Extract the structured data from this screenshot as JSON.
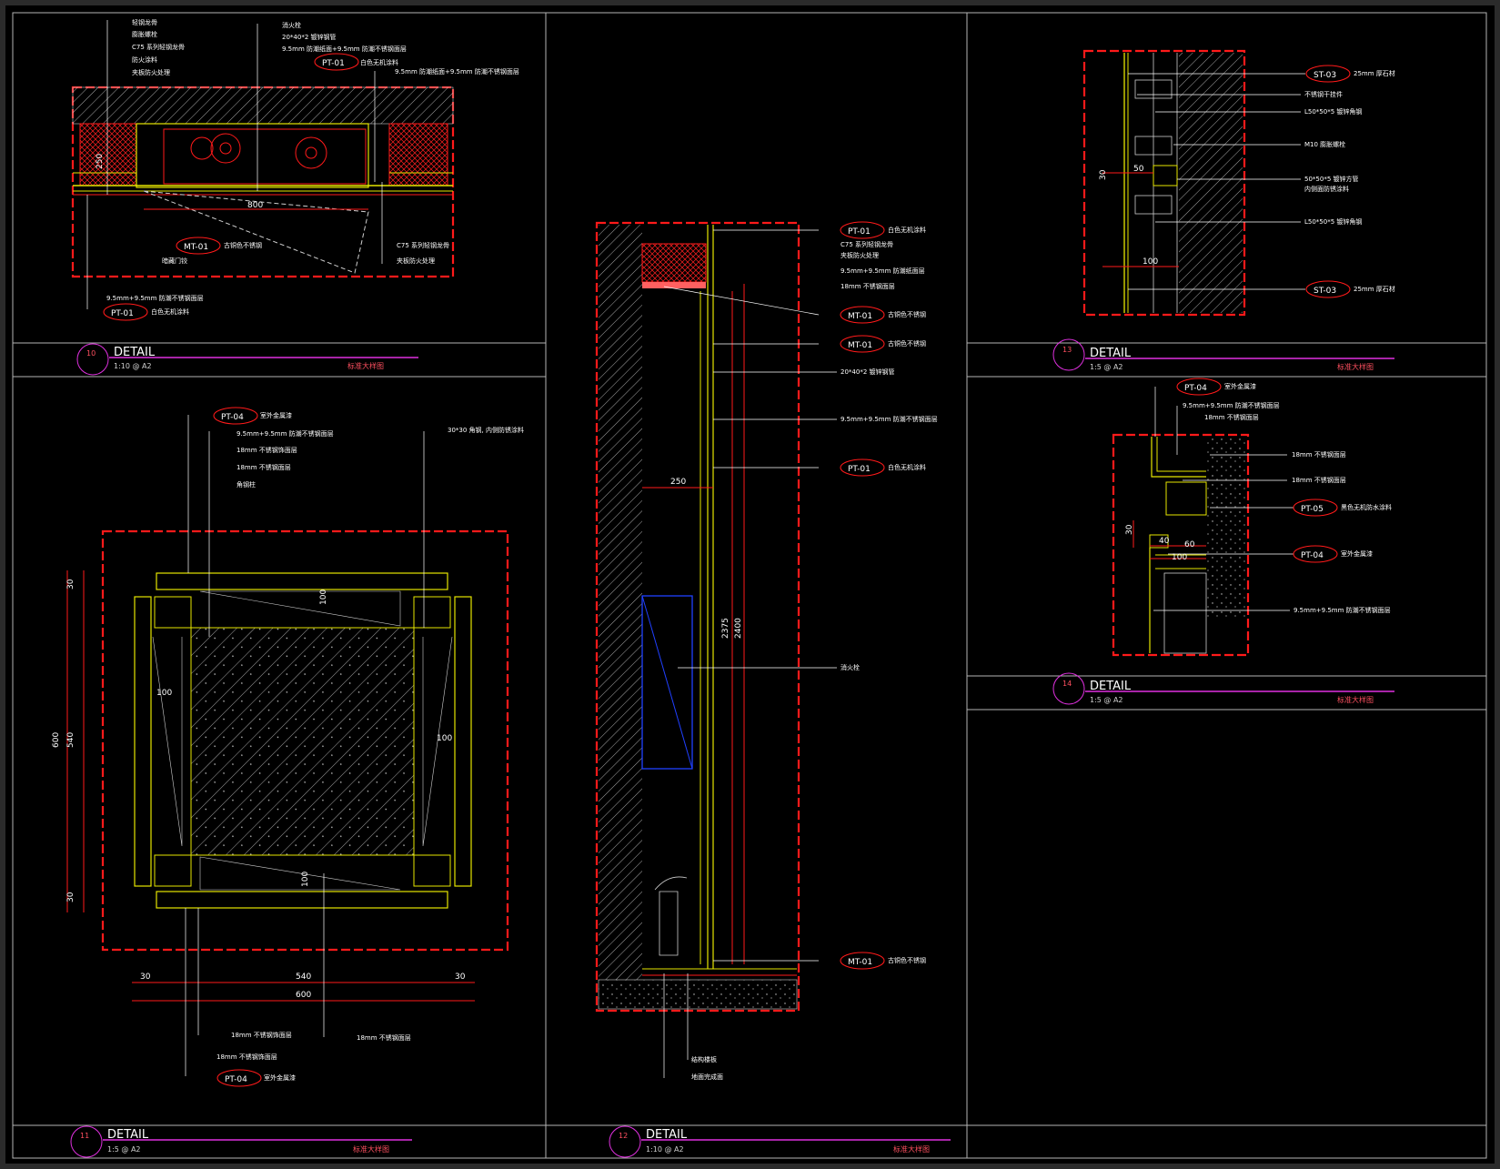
{
  "colors": {
    "bg": "#000000",
    "frame": "#b4b4b4",
    "red": "#ff1a1a",
    "yellow": "#e6e600",
    "cyan": "#00d5ff",
    "magenta": "#e030e0",
    "blue": "#2040ff",
    "white": "#ffffff"
  },
  "panels": [
    {
      "num": "10",
      "title": "DETAIL",
      "scale": "1:10 @ A2",
      "name": "标准大样图"
    },
    {
      "num": "11",
      "title": "DETAIL",
      "scale": "1:5 @ A2",
      "name": "标准大样图"
    },
    {
      "num": "12",
      "title": "DETAIL",
      "scale": "1:10 @ A2",
      "name": "标准大样图"
    },
    {
      "num": "13",
      "title": "DETAIL",
      "scale": "1:5 @ A2",
      "name": "标准大样图"
    },
    {
      "num": "14",
      "title": "DETAIL",
      "scale": "1:5 @ A2",
      "name": "标准大样图"
    }
  ],
  "d10": {
    "notes_left": [
      "轻钢龙骨",
      "膨胀螺栓",
      "C75 系列轻钢龙骨",
      "防火涂料",
      "夹板防火处理"
    ],
    "notes_mid": [
      "消火栓",
      "20*40*2 镀锌钢管",
      "9.5mm 防潮纸面+9.5mm 防潮不锈钢面层"
    ],
    "tag_pt01": "PT-01",
    "pt01_text": "白色无机涂料",
    "note_right1": "9.5mm 防潮纸面+9.5mm 防潮不锈钢面层",
    "tag_mt01": "MT-01",
    "mt01_text": "古铜色不锈钢",
    "note_hinge": "暗藏门铰",
    "note_keel": "C75 系列轻钢龙骨",
    "note_fire": "夹板防火处理",
    "note_bottom": "9.5mm+9.5mm 防潮不锈钢面层",
    "tag_pt01_b": "PT-01",
    "pt01_b_text": "白色无机涂料",
    "dim_w": "800",
    "dim_h": "250"
  },
  "d11": {
    "tag_top": "PT-04",
    "top_text": "室外金属漆",
    "notes": [
      "9.5mm+9.5mm 防潮不锈钢面层",
      "18mm 不锈钢饰面层",
      "18mm 不锈钢面层",
      "角钢柱"
    ],
    "note_right": "30*30 角钢, 内侧防锈涂料",
    "dims_v": [
      "30",
      "540",
      "30"
    ],
    "dim_v_total": "600",
    "dims_h": [
      "30",
      "540",
      "30"
    ],
    "dim_h_total": "600",
    "dim_100": "100",
    "note_b1": "18mm 不锈钢饰面层",
    "note_b2": "18mm 不锈钢饰面层",
    "note_b3": "18mm 不锈钢面层",
    "tag_bot": "PT-04",
    "bot_text": "室外金属漆"
  },
  "d12": {
    "tag1": "PT-01",
    "t1": "白色无机涂料",
    "n_keel": "C75 系列轻钢龙骨",
    "n_fire": "夹板防火处理",
    "n_board": "9.5mm+9.5mm 防潮纸面层",
    "n_18": "18mm 不锈钢面层",
    "tag2": "MT-01",
    "t2": "古铜色不锈钢",
    "tag3": "MT-01",
    "t3": "古铜色不锈钢",
    "n_pipe": "20*40*2 镀锌钢管",
    "n_board2": "9.5mm+9.5mm 防潮不锈钢面层",
    "tag4": "PT-01",
    "t4": "白色无机涂料",
    "n_hydrant": "消火栓",
    "tag5": "MT-01",
    "t5": "古铜色不锈钢",
    "n_floor1": "结构楼板",
    "n_floor2": "地面完成面",
    "dim_250": "250",
    "dim_2375": "2375",
    "dim_2400": "2400"
  },
  "d13": {
    "tag1": "ST-03",
    "t1": "25mm 厚石材",
    "n1": "不锈钢干挂件",
    "n2": "L50*50*5 镀锌角钢",
    "n3": "M10 膨胀螺栓",
    "n4": "50*50*5 镀锌方管",
    "n4b": "内侧面防锈涂料",
    "n5": "L50*50*5 镀锌角钢",
    "tag2": "ST-03",
    "t2": "25mm 厚石材",
    "dim_30": "30",
    "dim_50": "50",
    "dim_100": "100"
  },
  "d14": {
    "tag_top": "PT-04",
    "top_text": "室外金属漆",
    "n1": "9.5mm+9.5mm 防潮不锈钢面层",
    "n2": "18mm 不锈钢面层",
    "n3": "18mm 不锈钢面层",
    "n4": "18mm 不锈钢面层",
    "tag_pt05": "PT-05",
    "pt05_text": "黑色无机防水涂料",
    "tag_pt04": "PT-04",
    "pt04_text": "室外金属漆",
    "n5": "9.5mm+9.5mm 防潮不锈钢面层",
    "dim_30": "30",
    "dim_40": "40",
    "dim_60": "60",
    "dim_100": "100"
  }
}
